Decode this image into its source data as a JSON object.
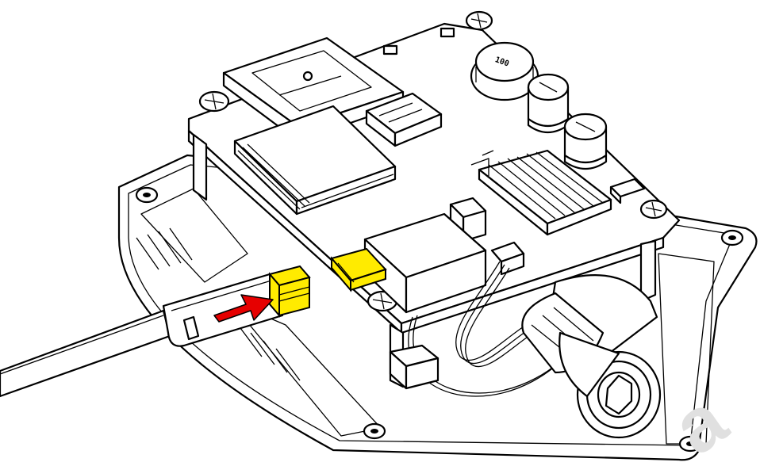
{
  "diagram": {
    "colors": {
      "line": "#000000",
      "fill": "#ffffff",
      "connector_highlight": "#ffeb00",
      "arrow": "#e60000",
      "watermark": "#e0e0e0"
    },
    "parts": [
      "enclosure-base",
      "circuit-board",
      "sim-card-holder",
      "communication-module",
      "power-inductor",
      "electrolytic-capacitor",
      "heat-sink",
      "cable-gland",
      "usb-cable",
      "usb-connector",
      "board-usb-port",
      "insertion-arrow"
    ],
    "component_label": "100",
    "watermark": "a"
  }
}
